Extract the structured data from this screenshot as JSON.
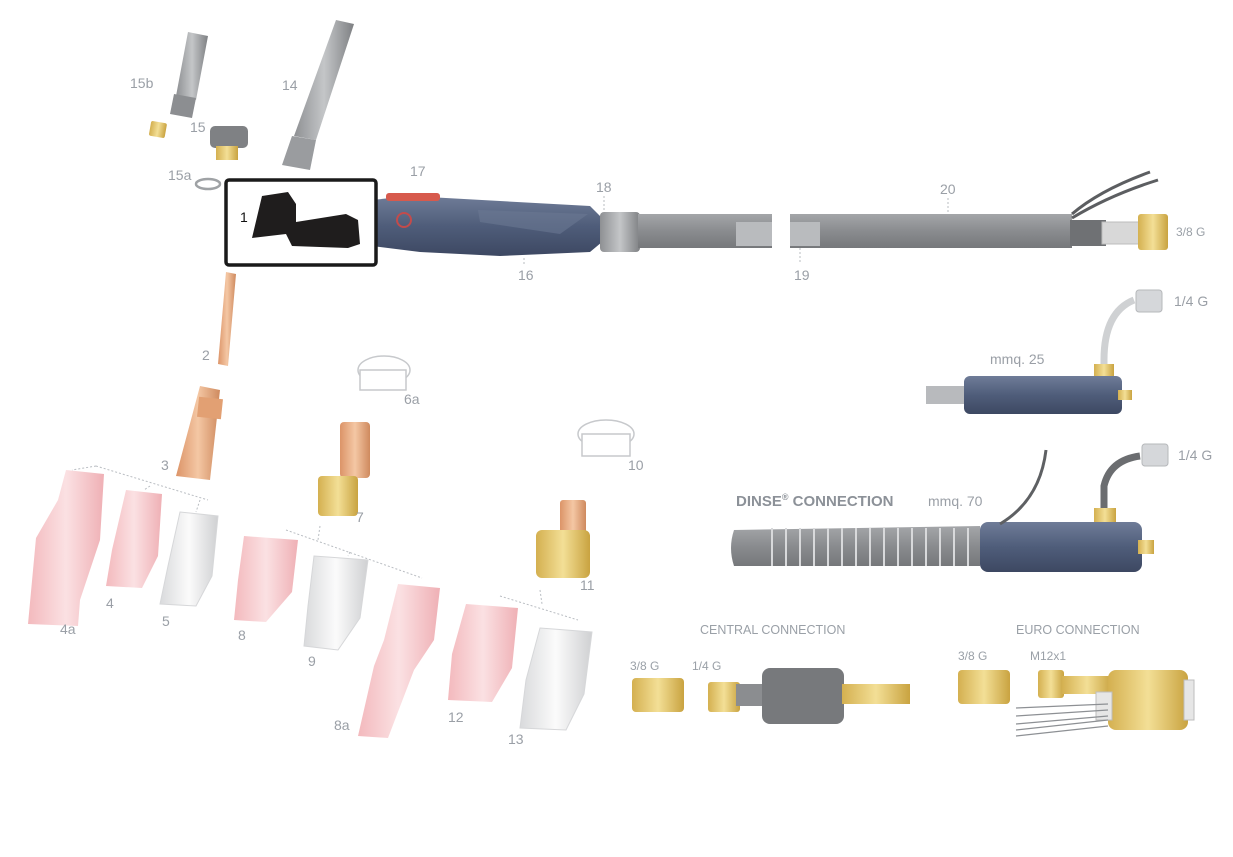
{
  "labels": {
    "p1": "1",
    "p2": "2",
    "p3": "3",
    "p4": "4",
    "p4a": "4a",
    "p5": "5",
    "p6a": "6a",
    "p7": "7",
    "p8": "8",
    "p8a": "8a",
    "p9": "9",
    "p10": "10",
    "p11": "11",
    "p12": "12",
    "p13": "13",
    "p14": "14",
    "p15": "15",
    "p15a": "15a",
    "p15b": "15b",
    "p16": "16",
    "p17": "17",
    "p18": "18",
    "p19": "19",
    "p20": "20"
  },
  "connectors": {
    "main_fitting": "3/8 G",
    "upper_fitting": "1/4 G",
    "upper_length": "mmq. 25",
    "dinse_title": "DINSE",
    "dinse_reg": "®",
    "dinse_word": " CONNECTION",
    "dinse_fitting": "1/4 G",
    "dinse_length": "mmq. 70",
    "central_title": "CENTRAL CONNECTION",
    "central_fit_a": "3/8 G",
    "central_fit_b": "1/4 G",
    "euro_title": "EURO CONNECTION",
    "euro_fit_a": "3/8 G",
    "euro_fit_b": "M12x1"
  },
  "colors": {
    "highlight_part": "#1e1c1c",
    "handle": "#4a5975",
    "cable": "#8d8f92",
    "brass": "#e2c46a",
    "copper": "#e7a97d",
    "ceramic_pink": "#f6c9cc"
  }
}
